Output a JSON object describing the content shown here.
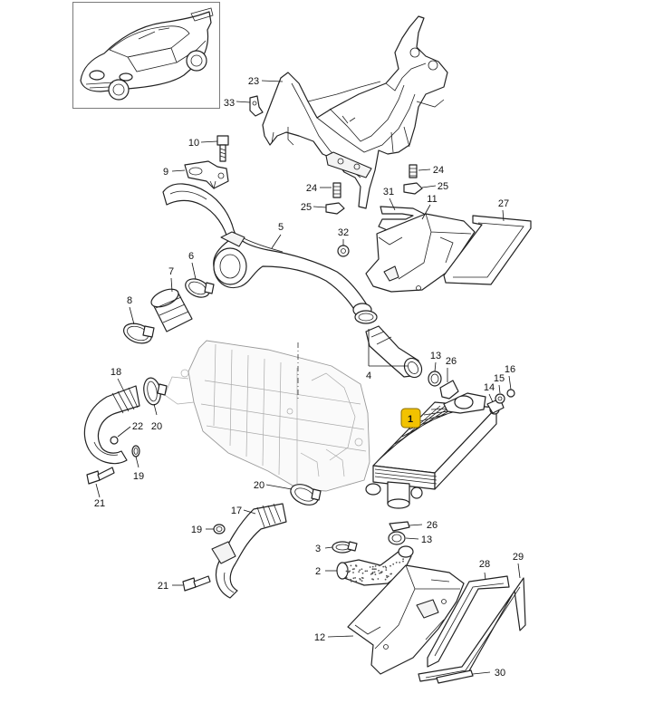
{
  "diagram": {
    "callouts": [
      {
        "id": "c23",
        "label": "23"
      },
      {
        "id": "c33",
        "label": "33"
      },
      {
        "id": "c10",
        "label": "10"
      },
      {
        "id": "c9",
        "label": "9"
      },
      {
        "id": "c24a",
        "label": "24"
      },
      {
        "id": "c25a",
        "label": "25"
      },
      {
        "id": "c24b",
        "label": "24"
      },
      {
        "id": "c25b",
        "label": "25"
      },
      {
        "id": "c31",
        "label": "31"
      },
      {
        "id": "c11",
        "label": "11"
      },
      {
        "id": "c27",
        "label": "27"
      },
      {
        "id": "c5",
        "label": "5"
      },
      {
        "id": "c32",
        "label": "32"
      },
      {
        "id": "c6",
        "label": "6"
      },
      {
        "id": "c7",
        "label": "7"
      },
      {
        "id": "c8",
        "label": "8"
      },
      {
        "id": "c4",
        "label": "4"
      },
      {
        "id": "c13a",
        "label": "13"
      },
      {
        "id": "c26a",
        "label": "26"
      },
      {
        "id": "c15",
        "label": "15"
      },
      {
        "id": "c16",
        "label": "16"
      },
      {
        "id": "c14",
        "label": "14"
      },
      {
        "id": "c1",
        "label": "1"
      },
      {
        "id": "c18",
        "label": "18"
      },
      {
        "id": "c22",
        "label": "22"
      },
      {
        "id": "c20a",
        "label": "20"
      },
      {
        "id": "c19a",
        "label": "19"
      },
      {
        "id": "c21a",
        "label": "21"
      },
      {
        "id": "c20b",
        "label": "20"
      },
      {
        "id": "c17",
        "label": "17"
      },
      {
        "id": "c26b",
        "label": "26"
      },
      {
        "id": "c13b",
        "label": "13"
      },
      {
        "id": "c19b",
        "label": "19"
      },
      {
        "id": "c3",
        "label": "3"
      },
      {
        "id": "c2",
        "label": "2"
      },
      {
        "id": "c28",
        "label": "28"
      },
      {
        "id": "c29",
        "label": "29"
      },
      {
        "id": "c21b",
        "label": "21"
      },
      {
        "id": "c12",
        "label": "12"
      },
      {
        "id": "c30",
        "label": "30"
      }
    ],
    "highlight_color": "#f2c200",
    "thumbnail_icon": "sports-car-icon"
  }
}
